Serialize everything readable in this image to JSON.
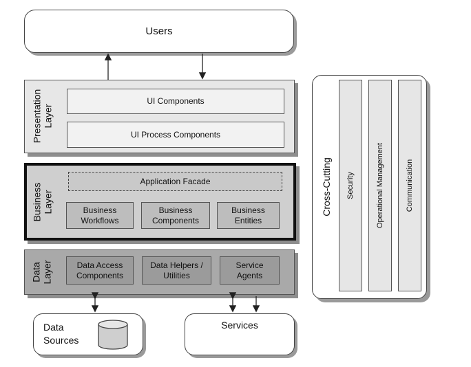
{
  "users": {
    "label": "Users"
  },
  "presentation": {
    "layer_label": "Presentation\nLayer",
    "components": [
      "UI Components",
      "UI Process Components"
    ]
  },
  "business": {
    "layer_label": "Business\nLayer",
    "facade": "Application Facade",
    "components": [
      "Business\nWorkflows",
      "Business\nComponents",
      "Business\nEntities"
    ]
  },
  "data_layer": {
    "layer_label": "Data\nLayer",
    "components": [
      "Data Access\nComponents",
      "Data Helpers /\nUtilities",
      "Service\nAgents"
    ]
  },
  "cross_cutting": {
    "title": "Cross-Cutting",
    "columns": [
      "Security",
      "Operational Management",
      "Communication"
    ]
  },
  "data_sources": {
    "label": "Data\nSources"
  },
  "services": {
    "label": "Services"
  }
}
